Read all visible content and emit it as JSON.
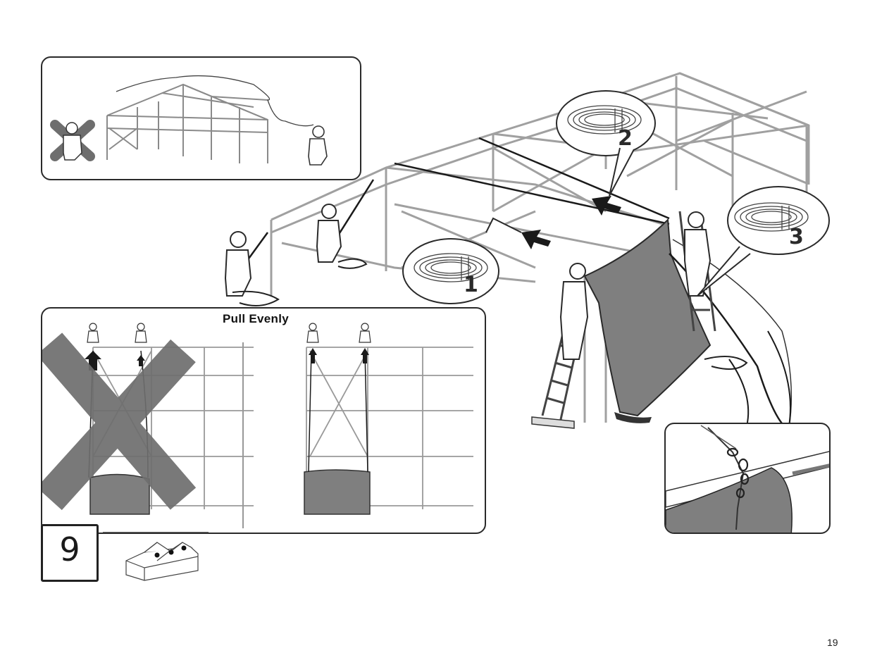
{
  "document": {
    "section_title": "Pull Evenly",
    "step_number": "9",
    "page_number": "19",
    "callouts": [
      "1",
      "2",
      "3"
    ]
  },
  "icons": {
    "rope_coil": "rope-coil-icon",
    "arrow": "pull-direction-arrow-icon",
    "wrong": "prohibited-x-icon",
    "tent_position": "tent-position-icon"
  },
  "colors": {
    "frame": "#9a9a9a",
    "outline": "#2a2a2a",
    "canvas": "#7f7f7f",
    "cross": "#6e6e6e"
  }
}
